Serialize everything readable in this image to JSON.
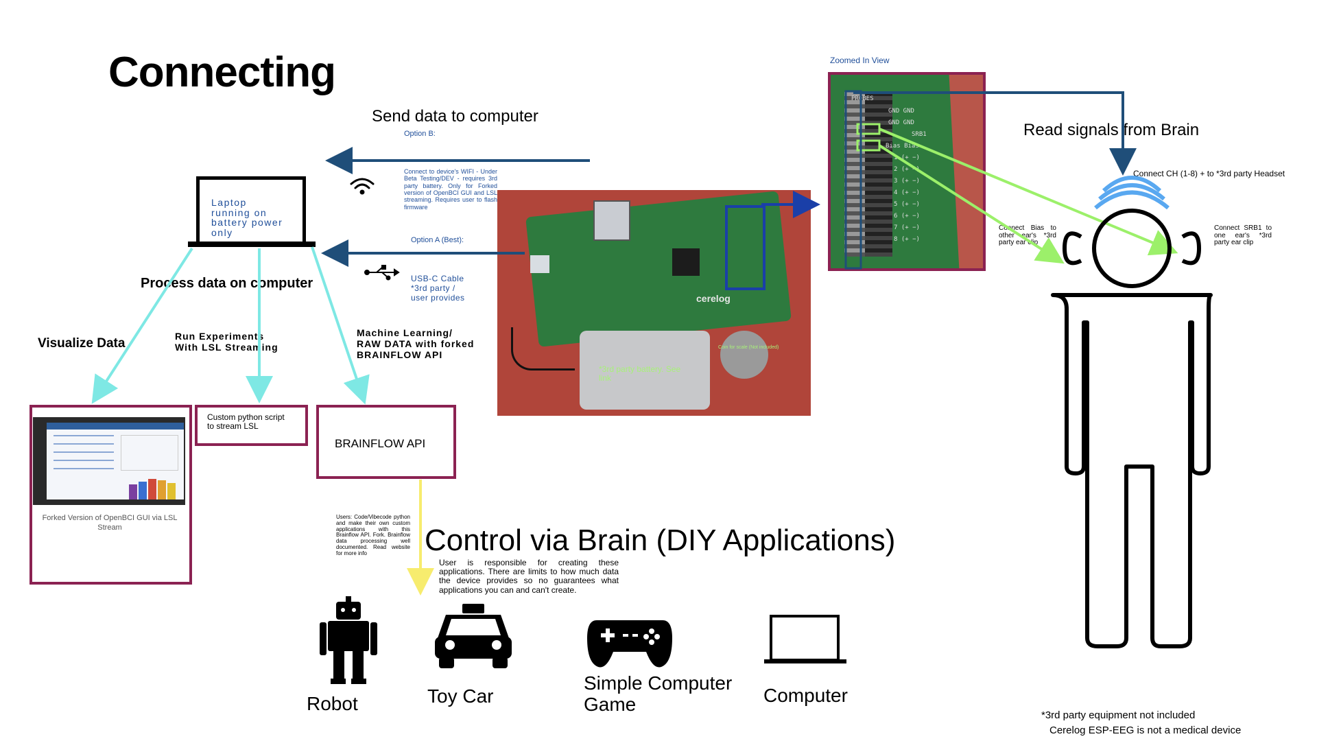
{
  "title": "Connecting",
  "send_data_label": "Send data to computer",
  "option_b_label": "Option B:",
  "wifi_text": "Connect to device's WIFI - Under Beta Testing/DEV - requires 3rd party battery. Only for Forked version of OpenBCI GUI and LSL streaming. Requires user to flash firmware",
  "option_a_label": "Option A (Best):",
  "usb_text": "USB-C Cable *3rd party / user provides",
  "laptop_text": "Laptop running on battery power only",
  "process_label": "Process data on computer",
  "visualize_label": "Visualize Data",
  "run_experiments_label": "Run Experiments With LSL Streaming",
  "ml_label": "Machine Learning/ RAW DATA with forked BRAINFLOW API",
  "gui_caption": "Forked Version of OpenBCI GUI via LSL Stream",
  "lsl_box_text": "Custom python script to stream LSL",
  "brainflow_box_text": "BRAINFLOW API",
  "brainflow_users_text": "Users: Code/Vibecode python and make their own custom applications with this Brainflow API. Fork. Brainflow data processing well documented. Read website for more info",
  "control_heading": "Control via Brain (DIY Applications)",
  "control_desc": "User is responsible for creating these applications. There are limits to how much data the device provides so no guarantees what applications you can and can't create.",
  "apps": {
    "robot": "Robot",
    "car": "Toy Car",
    "game": "Simple Computer Game",
    "computer": "Computer"
  },
  "board": {
    "brand": "cerelog",
    "battery_label": "*3rd party battery. See link",
    "coin_label": "Coin for scale (Not included)"
  },
  "zoomed_label": "Zoomed In View",
  "zoom_pins": {
    "probes": "PROBES",
    "gnd1": "GND GND",
    "gnd2": "GND GND",
    "srb": "SRB1",
    "bias": "Bias Bias",
    "rows": [
      "1 (+ −)",
      "2 (+ −)",
      "3 (+ −)",
      "4 (+ −)",
      "5 (+ −)",
      "6 (+ −)",
      "7 (+ −)",
      "8 (+ −)"
    ]
  },
  "read_signals_label": "Read signals from Brain",
  "connect_ch_label": "Connect CH (1-8) + to *3rd party Headset",
  "bias_text": "Connect Bias to other ear's *3rd party ear clip",
  "srb_text": "Connect SRB1 to one ear's *3rd party ear clip",
  "footer_line1": "*3rd party equipment not included",
  "footer_line2": "Cerelog ESP-EEG is not a medical device",
  "colors": {
    "navy_arrow": "#1f4e79",
    "blue_arrow": "#1a3fa8",
    "cyan_arrow": "#7ee8e4",
    "green_arrow": "#9cf06a",
    "yellow_arrow": "#f7ec6e",
    "box_border": "#8b2252",
    "headset_blue": "#59a8f0"
  },
  "icons": [
    "wifi-icon",
    "usb-icon",
    "laptop-icon",
    "robot-icon",
    "car-icon",
    "gamepad-icon",
    "computer-icon",
    "person-icon",
    "headset-icon"
  ]
}
